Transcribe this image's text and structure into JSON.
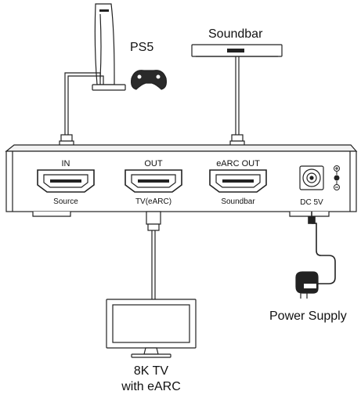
{
  "devices": {
    "ps5": "PS5",
    "soundbar": "Soundbar",
    "power_supply": "Power Supply",
    "tv_line1": "8K TV",
    "tv_line2": "with eARC"
  },
  "ports": {
    "in_label": "IN",
    "in_sub": "Source",
    "out_label": "OUT",
    "out_sub": "TV(eARC)",
    "earc_label": "eARC OUT",
    "earc_sub": "Soundbar",
    "dc_label": "DC 5V"
  },
  "colors": {
    "line": "#222222",
    "fill_light": "#f2f2f2",
    "fill_dark": "#1a1a1a"
  }
}
